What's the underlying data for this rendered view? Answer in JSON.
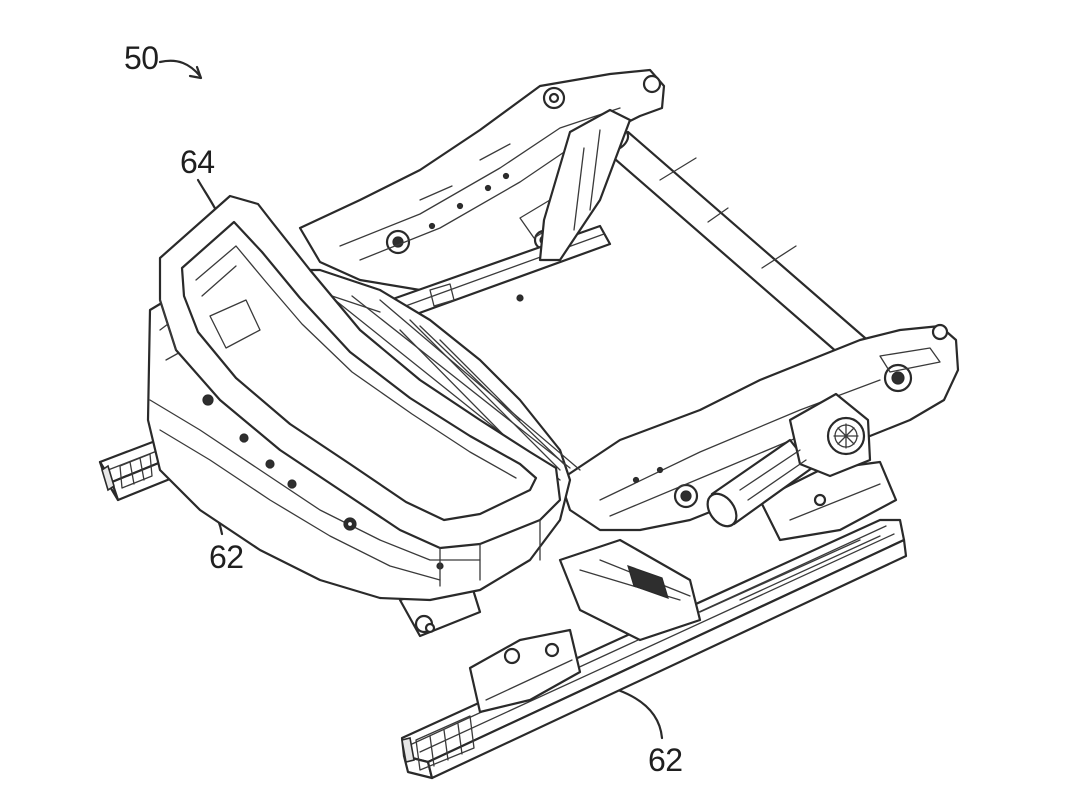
{
  "figure": {
    "labels": {
      "assembly": "50",
      "frame": "64",
      "rail_left": "62",
      "rail_right": "62"
    },
    "stroke_color": "#2a2a2a",
    "background_color": "#ffffff"
  }
}
